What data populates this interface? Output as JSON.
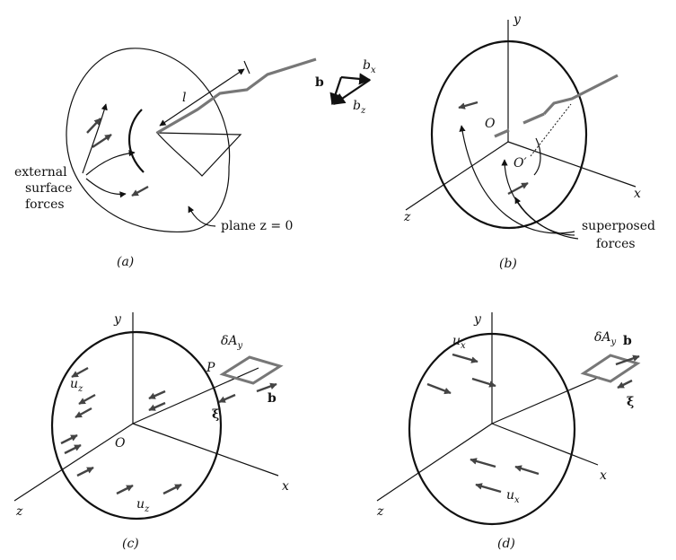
{
  "colors": {
    "ink": "#111111",
    "dislocation": "#777777",
    "force_arrow": "#444444"
  },
  "panel_a": {
    "caption": "(a)",
    "label_external_1": "external",
    "label_external_2": "surface",
    "label_external_3": "forces",
    "label_plane": "plane z = 0",
    "label_l": "l",
    "label_b": "b",
    "label_bx_base": "b",
    "label_bx_sub": "x",
    "label_bz_base": "b",
    "label_bz_sub": "z"
  },
  "panel_b": {
    "caption": "(b)",
    "axis_y": "y",
    "axis_x": "x",
    "axis_z": "z",
    "label_O": "O",
    "label_Oprime": "O′",
    "label_superposed_1": "superposed",
    "label_superposed_2": "forces"
  },
  "panel_c": {
    "caption": "(c)",
    "axis_y": "y",
    "axis_x": "x",
    "axis_z": "z",
    "label_O": "O",
    "label_P": "P",
    "label_dA_base": "δA",
    "label_dA_sub": "y",
    "label_b": "b",
    "label_xi": "ξ",
    "label_uz1_base": "u",
    "label_uz1_sub": "z",
    "label_uz2_base": "u",
    "label_uz2_sub": "z"
  },
  "panel_d": {
    "caption": "(d)",
    "axis_y": "y",
    "axis_x": "x",
    "axis_z": "z",
    "label_dA_base": "δA",
    "label_dA_sub": "y",
    "label_b": "b",
    "label_xi": "ξ",
    "label_ux1_base": "u",
    "label_ux1_sub": "x",
    "label_ux2_base": "u",
    "label_ux2_sub": "x"
  }
}
